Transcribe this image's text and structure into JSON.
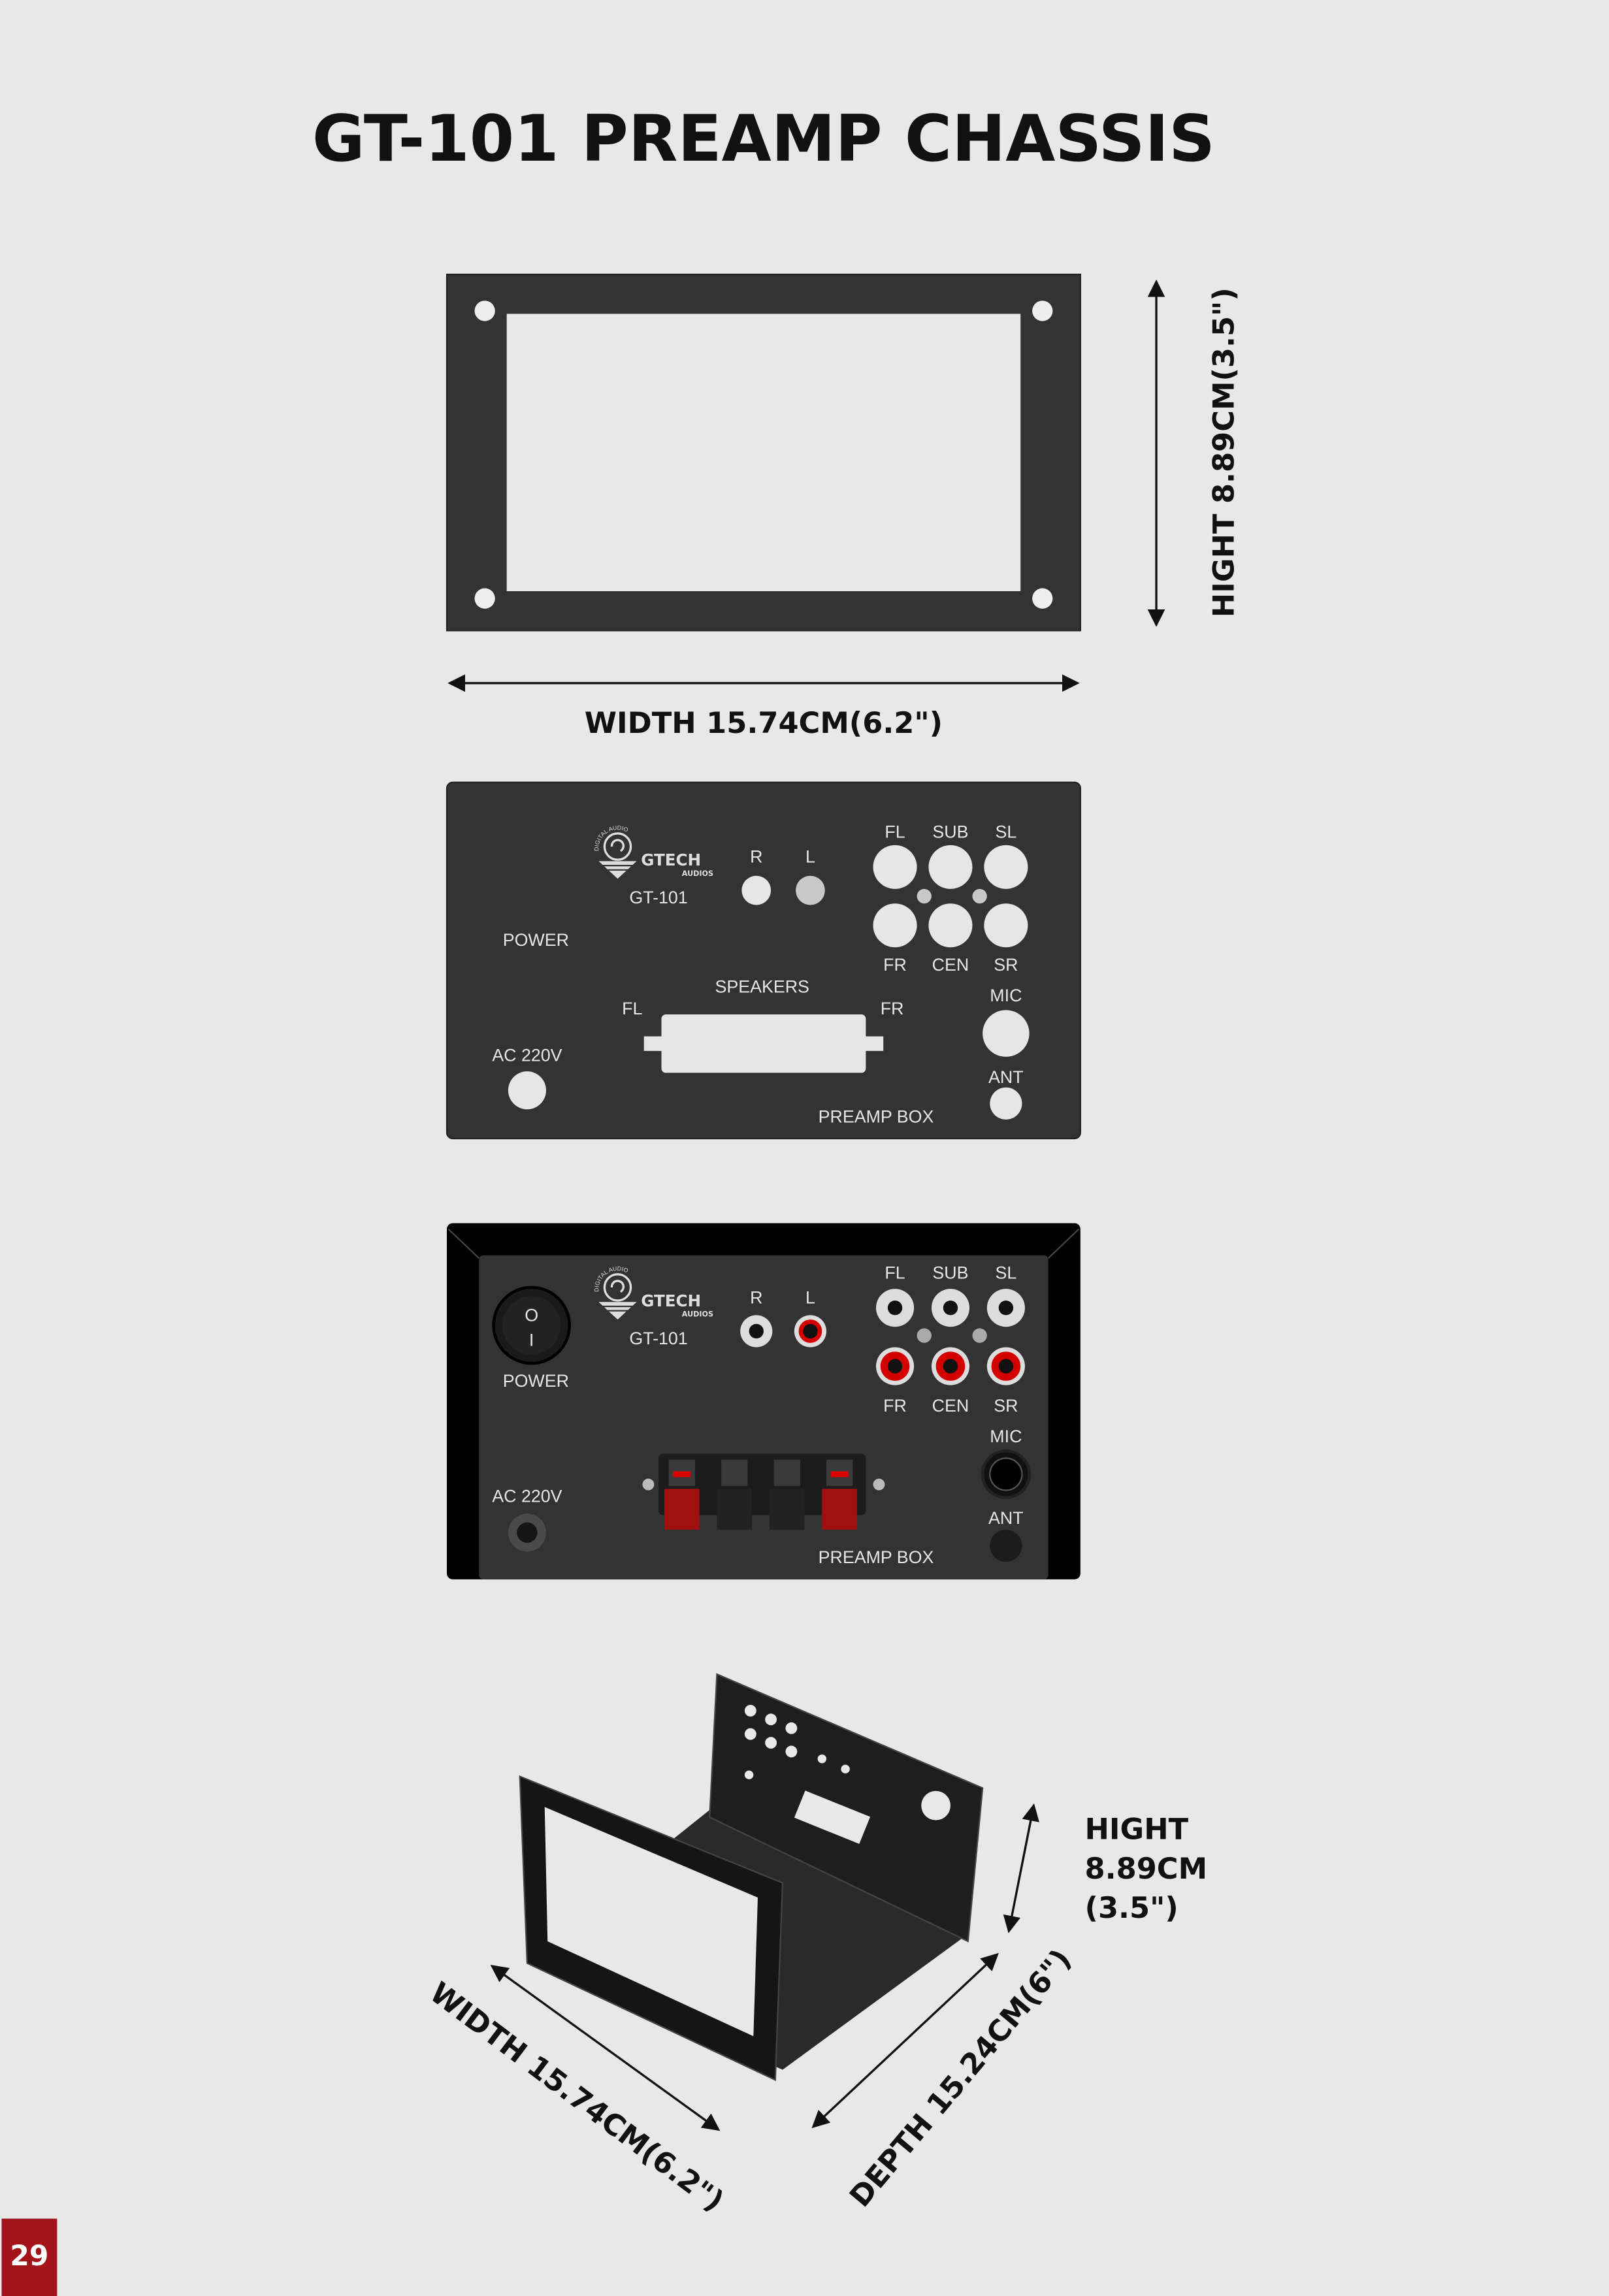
{
  "title": "GT-101 PREAMP CHASSIS",
  "dimensions": {
    "height_label": "HIGHT 8.89CM(3.5\")",
    "width_label": "WIDTH 15.74CM(6.2\")",
    "iso_height": [
      "HIGHT",
      "8.89CM",
      "(3.5\")"
    ],
    "iso_width": "WIDTH 15.74CM(6.2\")",
    "iso_depth": "DEPTH 15.24CM(6\")"
  },
  "panel": {
    "brand": "GTECH",
    "brand_sub": "AUDIOS",
    "brand_arc": "DIGITAL AUDIO",
    "model": "GT-101",
    "r": "R",
    "l": "L",
    "top_row": [
      "FL",
      "SUB",
      "SL"
    ],
    "bottom_row": [
      "FR",
      "CEN",
      "SR"
    ],
    "power": "POWER",
    "speakers": "SPEAKERS",
    "spk_fl": "FL",
    "spk_fr": "FR",
    "mic": "MIC",
    "ant": "ANT",
    "ac": "AC 220V",
    "preamp_box": "PREAMP BOX",
    "switch_on": "O",
    "switch_off": "I"
  },
  "page_number": "29",
  "colors": {
    "accent": "#a3141a",
    "panel": "#333333",
    "rca_red": "#d40000"
  }
}
